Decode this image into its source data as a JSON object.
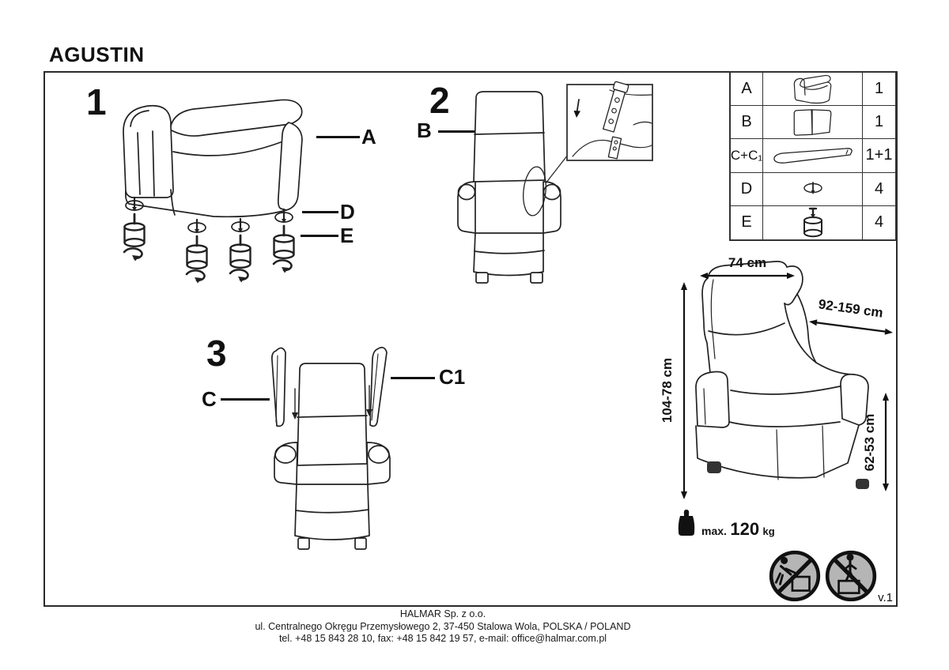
{
  "title": "AGUSTIN",
  "version": "v.1",
  "step1": {
    "number": "1",
    "label_a": "A",
    "label_d": "D",
    "label_e": "E"
  },
  "step2": {
    "number": "2",
    "label_b": "B"
  },
  "step3": {
    "number": "3",
    "label_c": "C",
    "label_c1": "C1"
  },
  "parts_table": {
    "rows": [
      {
        "part": "A",
        "icon": "armchair-body-icon",
        "qty": "1"
      },
      {
        "part": "B",
        "icon": "backrest-icon",
        "qty": "1"
      },
      {
        "part": "C+C₁",
        "icon": "wing-panel-icon",
        "qty": "1+1"
      },
      {
        "part": "D",
        "icon": "washer-icon",
        "qty": "4"
      },
      {
        "part": "E",
        "icon": "leg-icon",
        "qty": "4"
      }
    ]
  },
  "dimensions": {
    "width": "74 cm",
    "depth": "92-159 cm",
    "height": "104-78 cm",
    "seat_height": "62-53 cm"
  },
  "max_load": {
    "prefix": "max.",
    "value": "120",
    "unit": "kg"
  },
  "safety": {
    "no_leaning_icon": "no-leaning-prohibition-icon",
    "no_standing_icon": "no-standing-prohibition-icon"
  },
  "footer": {
    "company": "HALMAR Sp. z o.o.",
    "address": "ul. Centralnego Okręgu Przemysłowego 2, 37-450 Stalowa Wola, POLSKA / POLAND",
    "contact": "tel. +48 15 843 28 10, fax: +48 15 842 19 57, e-mail: office@halmar.com.pl"
  }
}
